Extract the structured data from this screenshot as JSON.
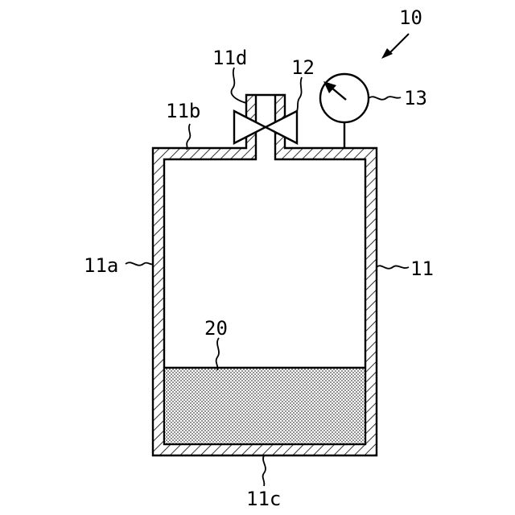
{
  "figure": {
    "assembly_ref": "10",
    "labels": {
      "container": "11",
      "side_wall": "11a",
      "top_wall": "11b",
      "bottom_wall": "11c",
      "nozzle": "11d",
      "valve": "12",
      "gauge": "13",
      "contents": "20"
    }
  },
  "colors": {
    "line": "#000000",
    "fill_dots": "#000000",
    "background": "#ffffff"
  },
  "icons": {
    "valve": "bowtie-valve-icon",
    "gauge": "pressure-gauge-icon",
    "arrow": "reference-arrow-icon"
  }
}
